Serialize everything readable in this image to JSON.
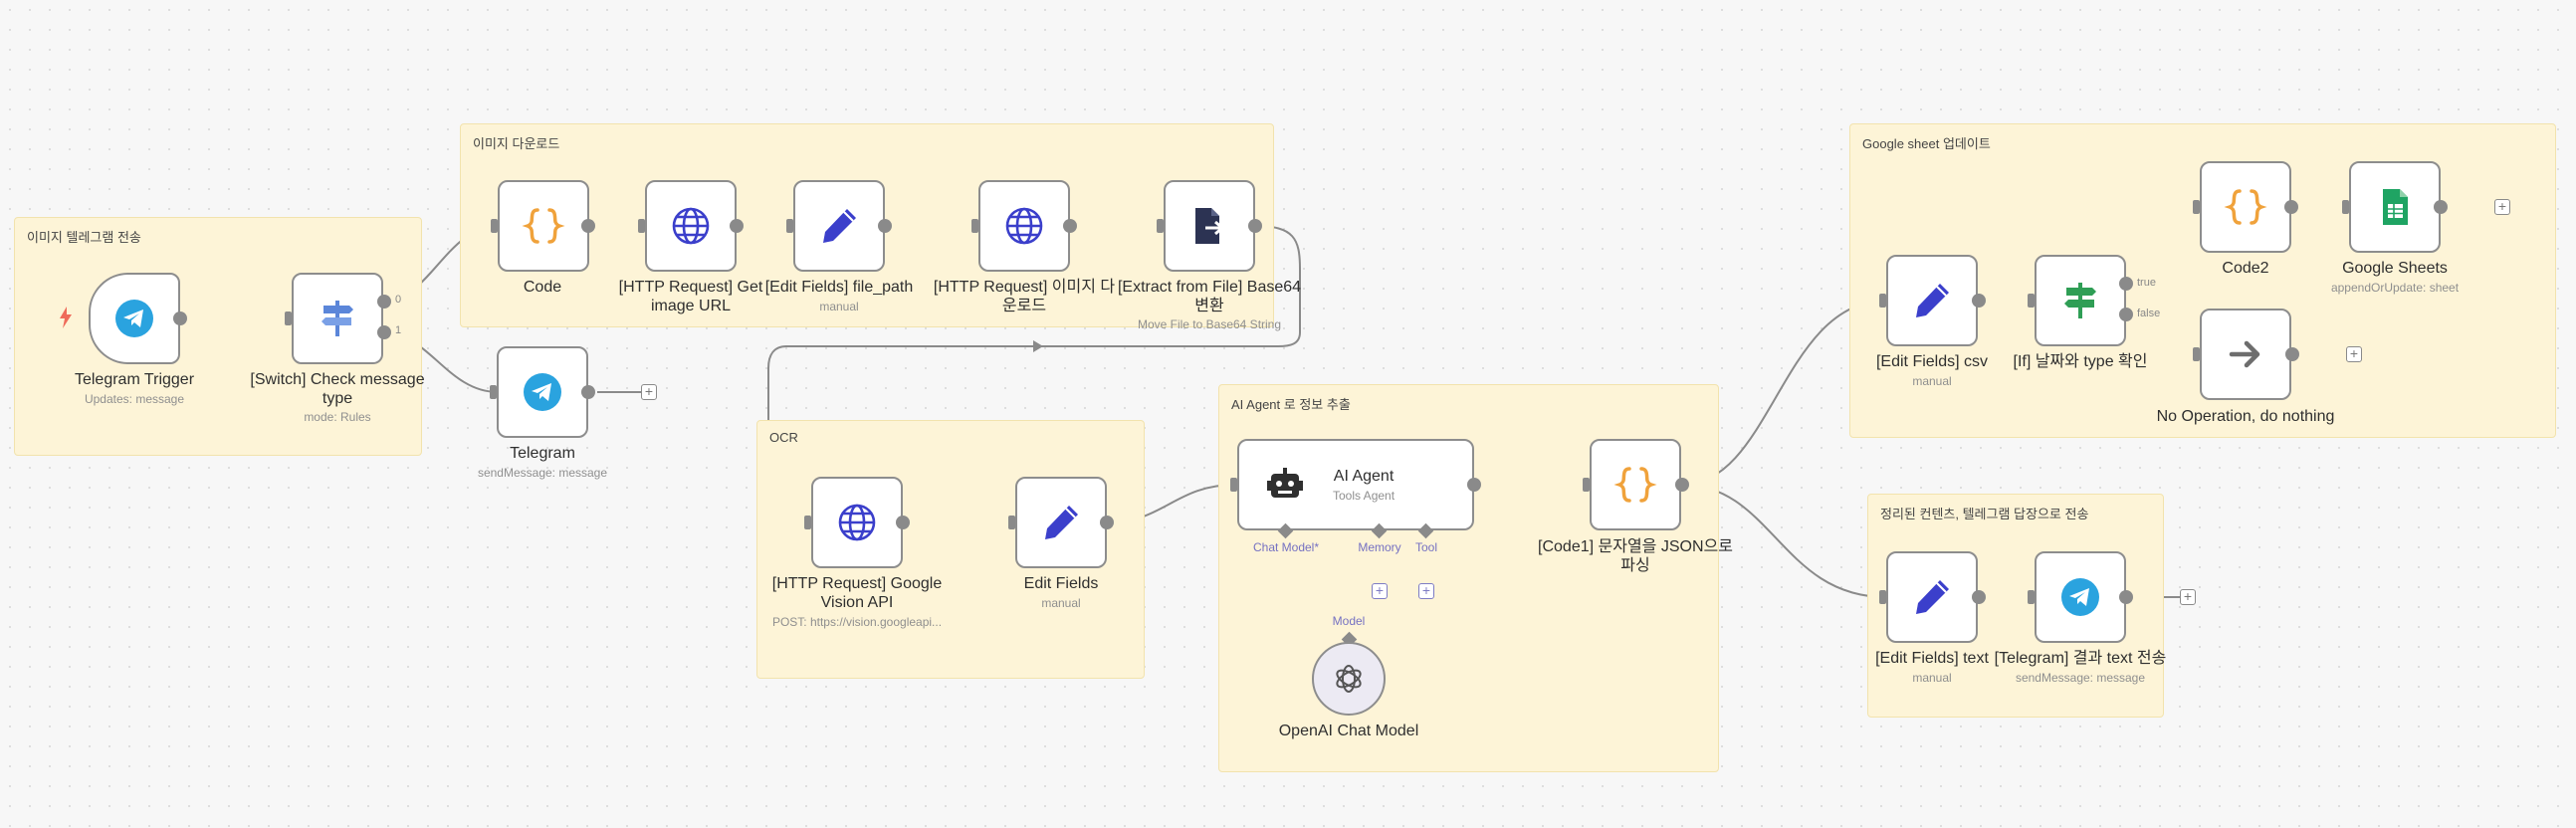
{
  "sticky_notes": {
    "telegram_send": "이미지 텔레그램 전송",
    "image_download": "이미지 다운로드",
    "ocr": "OCR",
    "ai_agent": "AI Agent 로 정보 추출",
    "google_sheet": "Google sheet 업데이트",
    "telegram_reply": "정리된 컨텐츠, 텔레그램 답장으로 전송"
  },
  "nodes": {
    "telegram_trigger": {
      "label": "Telegram Trigger",
      "sub": "Updates: message"
    },
    "switch": {
      "label": "[Switch] Check message type",
      "sub": "mode: Rules",
      "out0": "0",
      "out1": "1"
    },
    "telegram": {
      "label": "Telegram",
      "sub": "sendMessage: message"
    },
    "code": {
      "label": "Code"
    },
    "http_get_image": {
      "label": "[HTTP Request] Get image URL"
    },
    "edit_file_path": {
      "label": "[Edit Fields] file_path",
      "sub": "manual"
    },
    "http_download": {
      "label": "[HTTP Request] 이미지 다운로드"
    },
    "extract_file": {
      "label": "[Extract from File] Base64 변환",
      "sub": "Move File to Base64 String"
    },
    "http_vision": {
      "label": "[HTTP Request] Google Vision API",
      "sub": "POST: https://vision.googleapi..."
    },
    "edit_fields": {
      "label": "Edit Fields",
      "sub": "manual"
    },
    "ai_agent": {
      "label": "AI Agent",
      "sub": "Tools Agent",
      "port_chat": "Chat Model*",
      "port_memory": "Memory",
      "port_tool": "Tool"
    },
    "openai": {
      "label": "OpenAI Chat Model",
      "port": "Model"
    },
    "code1": {
      "label": "[Code1] 문자열을 JSON으로 파싱"
    },
    "edit_csv": {
      "label": "[Edit Fields] csv",
      "sub": "manual"
    },
    "if_node": {
      "label": "[If] 날짜와 type 확인",
      "out_true": "true",
      "out_false": "false"
    },
    "code2": {
      "label": "Code2"
    },
    "google_sheets": {
      "label": "Google Sheets",
      "sub": "appendOrUpdate: sheet"
    },
    "noop": {
      "label": "No Operation, do nothing"
    },
    "edit_text": {
      "label": "[Edit Fields] text",
      "sub": "manual"
    },
    "telegram_result": {
      "label": "[Telegram] 결과 text 전송",
      "sub": "sendMessage: message"
    }
  },
  "colors": {
    "sticky": "#fdf4d7",
    "telegram": "#2aa3df",
    "globe": "#3b3fcb",
    "pencil": "#3b3fcb",
    "code": "#f0a23b",
    "sheets": "#1fa463",
    "if_green": "#2f9e55",
    "switch_blue": "#5b86d9",
    "wire": "#8a8a8a",
    "subport": "#7571c2"
  }
}
